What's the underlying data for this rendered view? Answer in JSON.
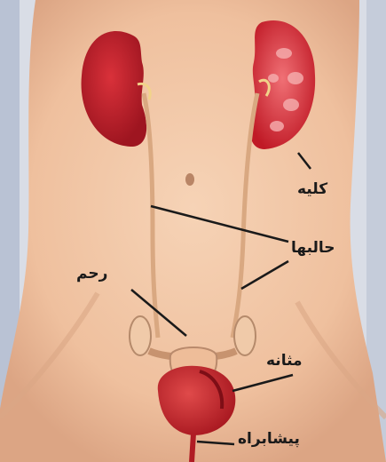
{
  "labels": {
    "kidney": "کلیه",
    "ureters": "حالبها",
    "uterus": "رحم",
    "bladder": "مثانه",
    "urethra": "پیشابراه"
  },
  "colors": {
    "skin": "#f2c9a8",
    "skin_shadow": "#e2ad8a",
    "background": "#d8dde8",
    "kidney": "#c8202c",
    "kidney_light": "#e8434a",
    "bladder": "#d0262c",
    "ureter": "#e3b48e",
    "leader_line": "#1a1a1a"
  }
}
